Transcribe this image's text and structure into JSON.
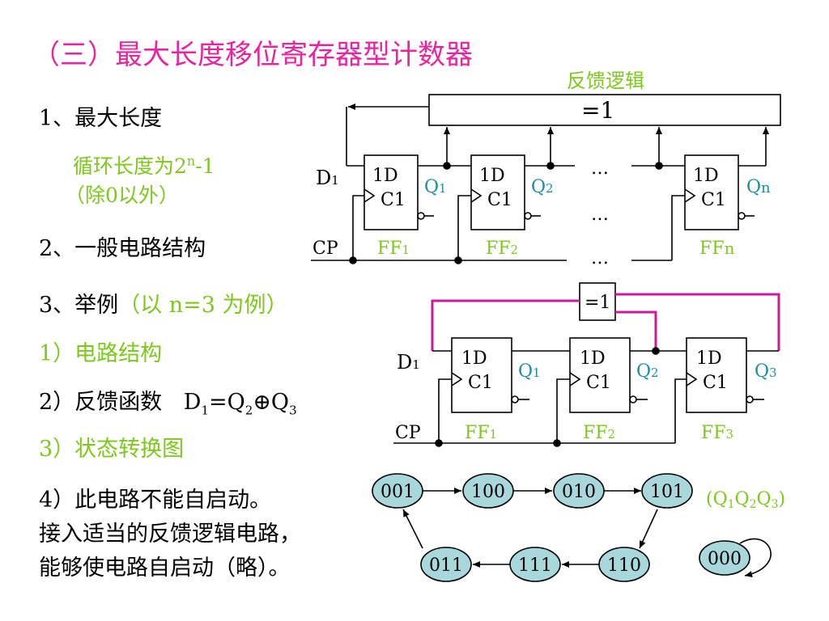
{
  "colors": {
    "title": "#e8259e",
    "green": "#7ec81e",
    "teal": "#1a8fa0",
    "wire": "#000000",
    "feedback": "#cc1a9a",
    "node_fill": "#a8d8dc"
  },
  "title": "（三）最大长度移位寄存器型计数器",
  "left": {
    "item1": "1、最大长度",
    "cycle_prefix": "循环长度为2",
    "cycle_sup": "n",
    "cycle_suffix": "-1",
    "except": "（除0以外）",
    "item2": "2、一般电路结构",
    "item3_black": "3、举例",
    "item3_green": "（以 n=3 为例）",
    "sub1": "1）电路结构",
    "sub2_label": "2）反馈函数",
    "sub2_formula_D": "D",
    "sub2_formula_D_sub": "1",
    "sub2_formula_eq": "=Q",
    "sub2_formula_Q2_sub": "2",
    "sub2_formula_xor": "⊕Q",
    "sub2_formula_Q3_sub": "3",
    "sub3": "3）状态转换图",
    "sub4_line1": "4）此电路不能自启动。",
    "sub4_line2": "接入适当的反馈逻辑电路，",
    "sub4_line3": "能够使电路自启动（略）。"
  },
  "general": {
    "feedback_label": "反馈逻辑",
    "xor_label": "=1",
    "d_label": "D",
    "d_sub": "1",
    "cp_label": "CP",
    "ellipsis": "…",
    "ff": [
      {
        "in1": "1D",
        "in2": "C1",
        "q": "Q",
        "q_sub": "1",
        "name": "FF",
        "name_sub": "1"
      },
      {
        "in1": "1D",
        "in2": "C1",
        "q": "Q",
        "q_sub": "2",
        "name": "FF",
        "name_sub": "2"
      },
      {
        "in1": "1D",
        "in2": "C1",
        "q": "Q",
        "q_sub": "n",
        "name": "FF",
        "name_sub": "n"
      }
    ]
  },
  "example": {
    "xor_label": "=1",
    "d_label": "D",
    "d_sub": "1",
    "cp_label": "CP",
    "ff": [
      {
        "in1": "1D",
        "in2": "C1",
        "q": "Q",
        "q_sub": "1",
        "name": "FF",
        "name_sub": "1"
      },
      {
        "in1": "1D",
        "in2": "C1",
        "q": "Q",
        "q_sub": "2",
        "name": "FF",
        "name_sub": "2"
      },
      {
        "in1": "1D",
        "in2": "C1",
        "q": "Q",
        "q_sub": "3",
        "name": "FF",
        "name_sub": "3"
      }
    ]
  },
  "state_diagram": {
    "states": [
      "001",
      "100",
      "010",
      "101",
      "110",
      "111",
      "011"
    ],
    "isolated_state": "000",
    "order_label": "(Q1Q2Q3)",
    "order_parts": [
      "(Q",
      "1",
      "Q",
      "2",
      "Q",
      "3",
      ")"
    ]
  }
}
